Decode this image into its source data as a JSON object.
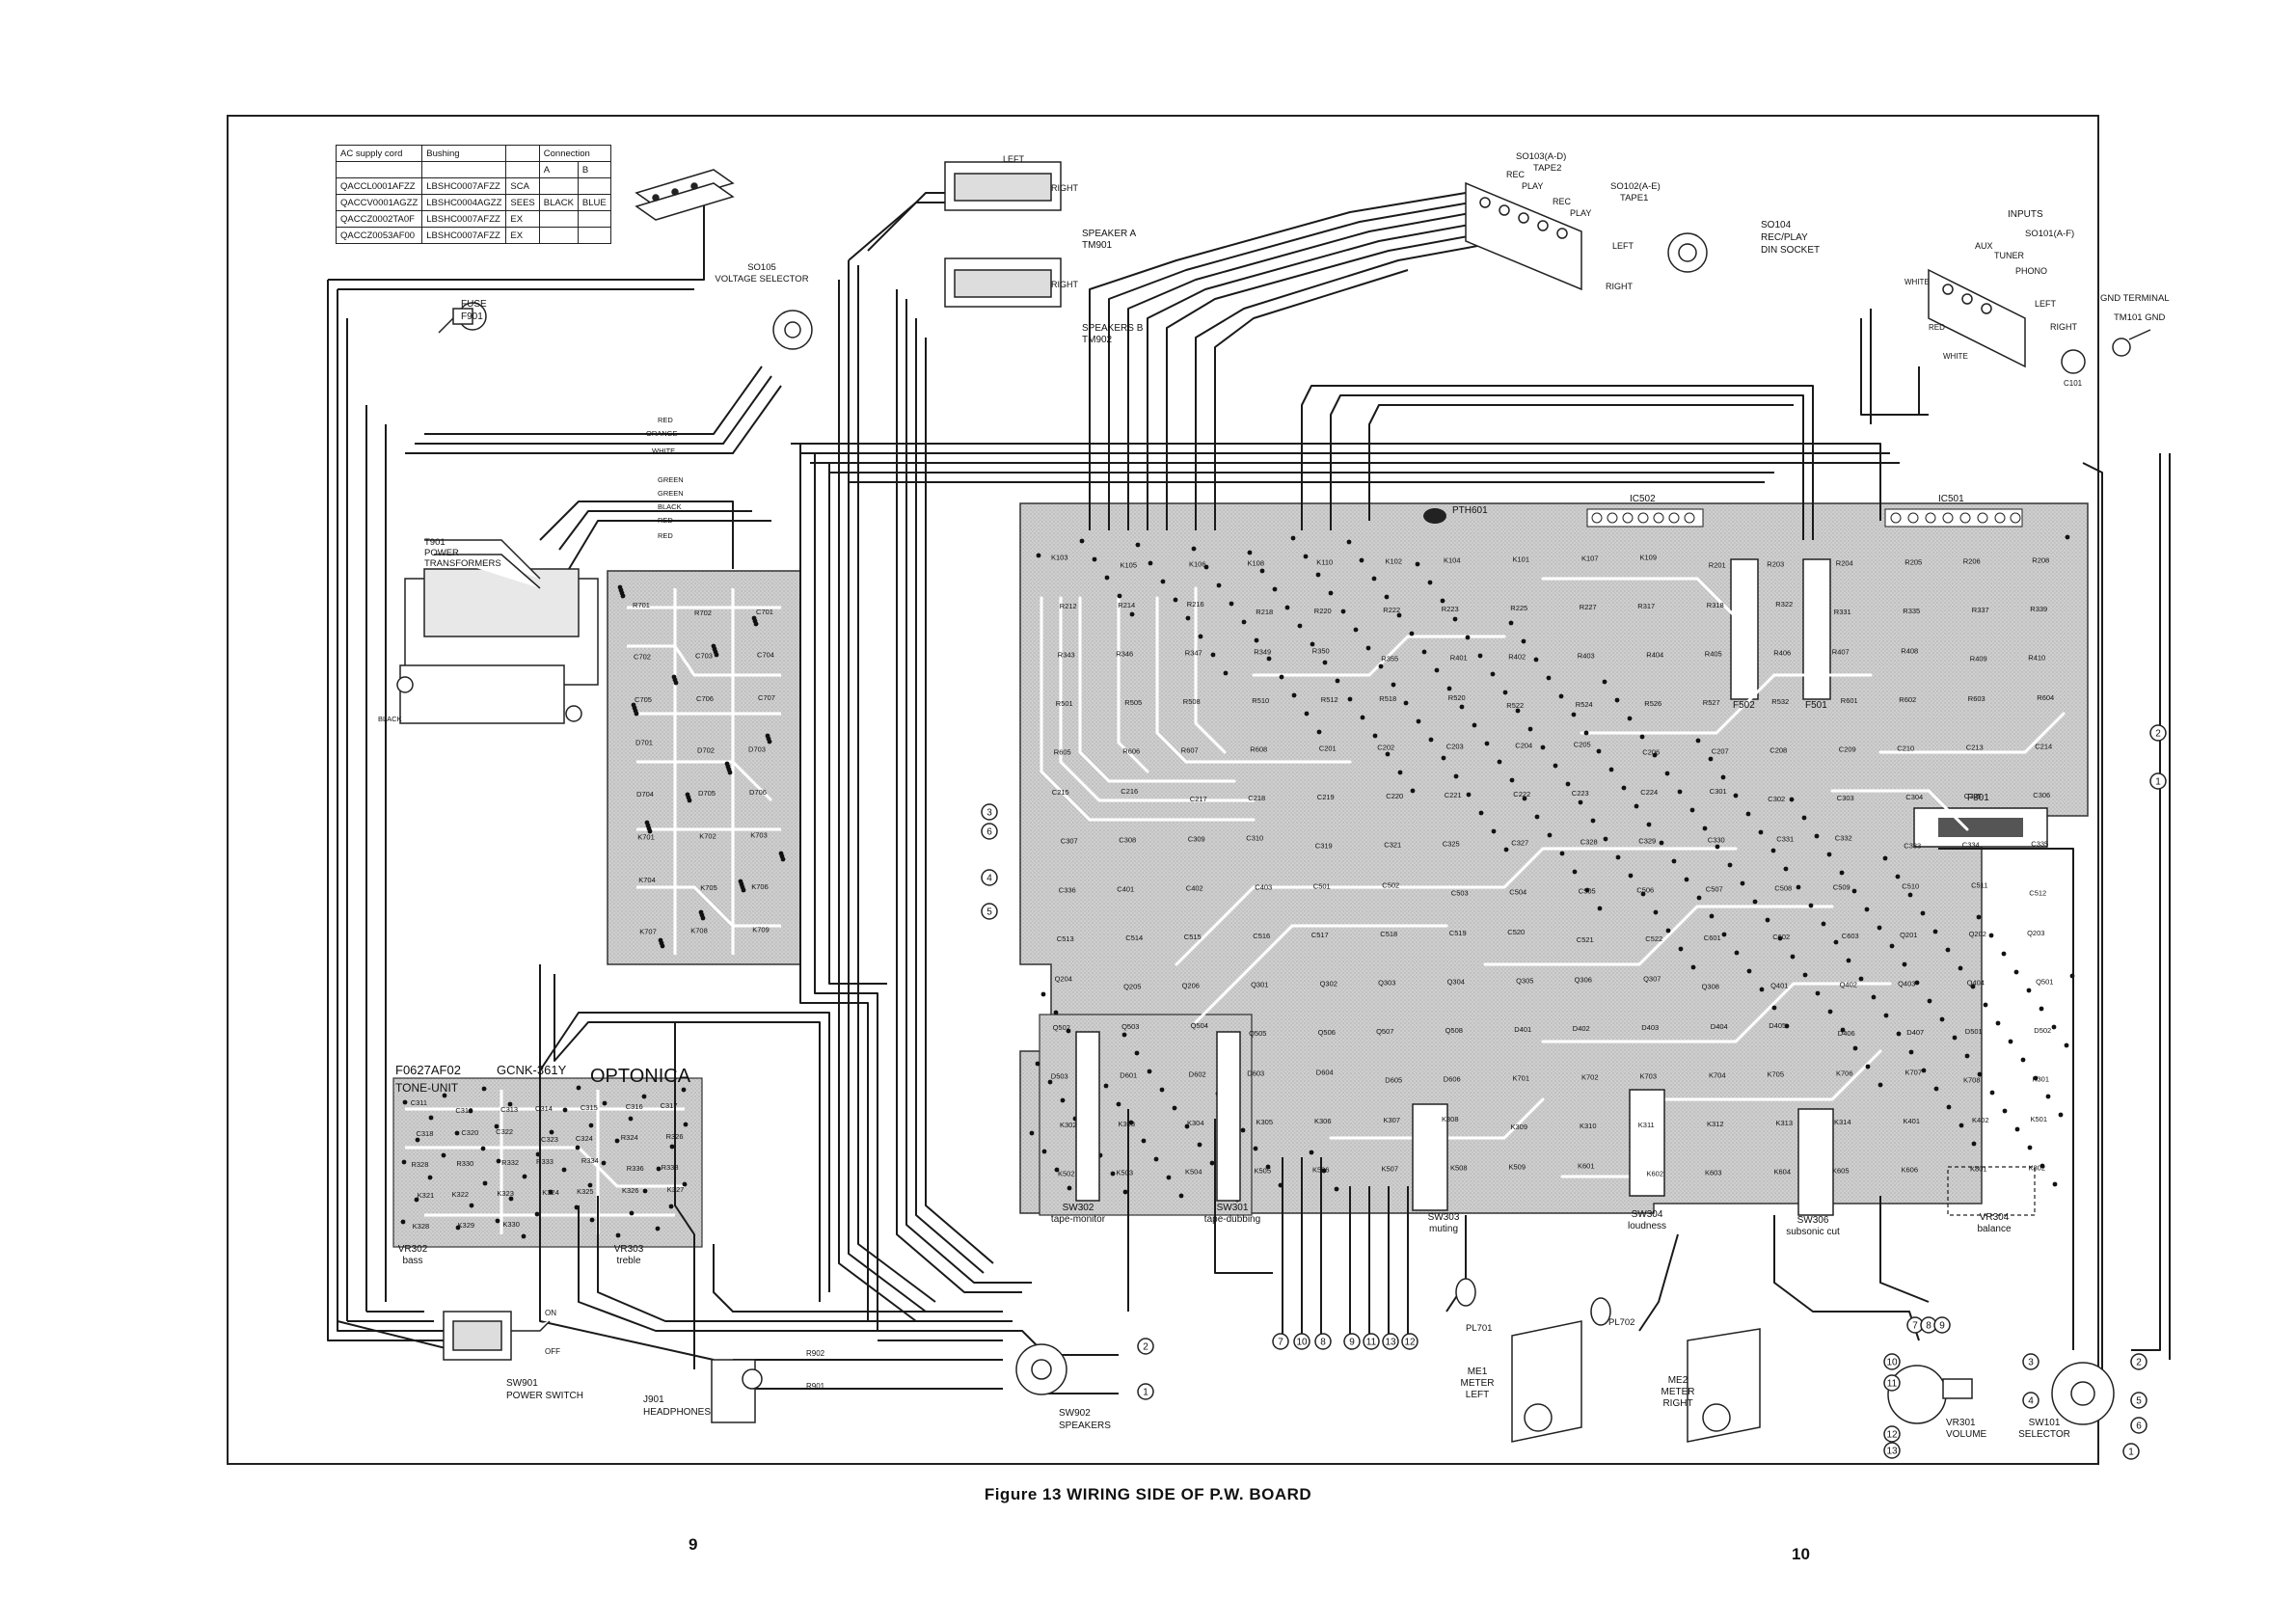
{
  "caption": {
    "prefix": "Figure",
    "number": "13",
    "title": "WIRING SIDE OF P.W. BOARD"
  },
  "page_numbers": {
    "left": "9",
    "right": "10"
  },
  "cord_table": {
    "headers": [
      "AC supply cord",
      "Bushing",
      "",
      "Connection"
    ],
    "subheaders": [
      "A",
      "B"
    ],
    "rows": [
      [
        "QACCL0001AFZZ",
        "LBSHC0007AFZZ",
        "SCA",
        "",
        ""
      ],
      [
        "QACCV0001AGZZ",
        "LBSHC0004AGZZ",
        "SEES",
        "BLACK",
        "BLUE"
      ],
      [
        "QACCZ0002TA0F",
        "LBSHC0007AFZZ",
        "EX",
        "",
        ""
      ],
      [
        "QACCZ0053AF00",
        "LBSHC0007AFZZ",
        "EX",
        "",
        ""
      ]
    ]
  },
  "labels": {
    "fuse": [
      "FUSE",
      "F901"
    ],
    "voltage_selector": [
      "SO105",
      "VOLTAGE SELECTOR"
    ],
    "transformer": [
      "T901",
      "POWER",
      "TRANSFORMERS"
    ],
    "speaker_a": [
      "SPEAKER A",
      "TM901"
    ],
    "speaker_b": [
      "SPEAKERS B",
      "TM902"
    ],
    "speaker_lr": [
      "LEFT",
      "RIGHT"
    ],
    "tape_jacks": [
      "SO103(A-D)",
      "TAPE2",
      "REC",
      "PLAY",
      "REC",
      "SO102(A-E)",
      "TAPE1",
      "PLAY",
      "LEFT",
      "RIGHT"
    ],
    "din": [
      "SO104",
      "REC/PLAY",
      "DIN SOCKET"
    ],
    "inputs": [
      "INPUTS",
      "SO101(A-F)",
      "AUX",
      "TUNER",
      "PHONO",
      "LEFT",
      "RIGHT",
      "WHITE",
      "RED",
      "WHITE"
    ],
    "gnd": [
      "GND TERMINAL",
      "TM101 GND"
    ],
    "c101": "C101",
    "wire_colors": [
      "RED",
      "ORANGE",
      "WHITE",
      "GREEN",
      "GREEN",
      "BLACK",
      "RED",
      "RED",
      "BLACK"
    ],
    "ic502": "IC502",
    "ic501": "IC501",
    "pth601": "PTH601",
    "f801": "F801",
    "f502": "F502",
    "f501": "F501",
    "tone_board": [
      "F0627AF02",
      "GCNK-361Y",
      "TONE-UNIT",
      "OPTONICA"
    ],
    "vr302": [
      "VR302",
      "bass"
    ],
    "vr303": [
      "VR303",
      "treble"
    ],
    "sw901": [
      "SW901",
      "POWER SWITCH",
      "ON",
      "OFF"
    ],
    "j901": [
      "J901",
      "HEADPHONES"
    ],
    "sw902": [
      "SW902",
      "SPEAKERS"
    ],
    "r902": "R902",
    "r901": "R901",
    "sw302": [
      "SW302",
      "tape-monitor"
    ],
    "sw301": [
      "SW301",
      "tape-dubbing"
    ],
    "sw303": [
      "SW303",
      "muting"
    ],
    "sw304": [
      "SW304",
      "loudness"
    ],
    "sw306": [
      "SW306",
      "subsonic cut"
    ],
    "vr304": [
      "VR304",
      "balance"
    ],
    "pl701": "PL701",
    "pl702": "PL702",
    "me1": [
      "ME1",
      "METER",
      "LEFT"
    ],
    "me2": [
      "ME2",
      "METER",
      "RIGHT"
    ],
    "vr301": [
      "VR301",
      "VOLUME"
    ],
    "sw101": [
      "SW101",
      "SELECTOR"
    ],
    "circled": [
      "7",
      "10",
      "8",
      "9",
      "11",
      "13",
      "12"
    ],
    "edge_markers": [
      "3",
      "6",
      "4",
      "5",
      "2",
      "1"
    ],
    "parts_main": [
      "K103",
      "K105",
      "K106",
      "K108",
      "K110",
      "K102",
      "K104",
      "K101",
      "K107",
      "K109",
      "R201",
      "R203",
      "R204",
      "R205",
      "R206",
      "R208",
      "R212",
      "R214",
      "R216",
      "R218",
      "R220",
      "R222",
      "R223",
      "R225",
      "R227",
      "R317",
      "R318",
      "R322",
      "R331",
      "R335",
      "R337",
      "R339",
      "R343",
      "R346",
      "R347",
      "R349",
      "R350",
      "R355",
      "R401",
      "R402",
      "R403",
      "R404",
      "R405",
      "R406",
      "R407",
      "R408",
      "R409",
      "R410",
      "R501",
      "R505",
      "R508",
      "R510",
      "R512",
      "R518",
      "R520",
      "R522",
      "R524",
      "R526",
      "R527",
      "R532",
      "R601",
      "R602",
      "R603",
      "R604",
      "R605",
      "R606",
      "R607",
      "R608",
      "C201",
      "C202",
      "C203",
      "C204",
      "C205",
      "C206",
      "C207",
      "C208",
      "C209",
      "C210",
      "C213",
      "C214",
      "C215",
      "C216",
      "C217",
      "C218",
      "C219",
      "C220",
      "C221",
      "C222",
      "C223",
      "C224",
      "C301",
      "C302",
      "C303",
      "C304",
      "C305",
      "C306",
      "C307",
      "C308",
      "C309",
      "C310",
      "C319",
      "C321",
      "C325",
      "C327",
      "C328",
      "C329",
      "C330",
      "C331",
      "C332",
      "C333",
      "C334",
      "C335",
      "C336",
      "C401",
      "C402",
      "C403",
      "C501",
      "C502",
      "C503",
      "C504",
      "C505",
      "C506",
      "C507",
      "C508",
      "C509",
      "C510",
      "C511",
      "C512",
      "C513",
      "C514",
      "C515",
      "C516",
      "C517",
      "C518",
      "C519",
      "C520",
      "C521",
      "C522",
      "C601",
      "C602",
      "C603",
      "Q201",
      "Q202",
      "Q203",
      "Q204",
      "Q205",
      "Q206",
      "Q301",
      "Q302",
      "Q303",
      "Q304",
      "Q305",
      "Q306",
      "Q307",
      "Q308",
      "Q401",
      "Q402",
      "Q403",
      "Q404",
      "Q501",
      "Q502",
      "Q503",
      "Q504",
      "Q505",
      "Q506",
      "Q507",
      "Q508",
      "D401",
      "D402",
      "D403",
      "D404",
      "D405",
      "D406",
      "D407",
      "D501",
      "D502",
      "D503",
      "D601",
      "D602",
      "D603",
      "D604",
      "D605",
      "D606",
      "K701",
      "K702",
      "K703",
      "K704",
      "K705",
      "K706",
      "K707",
      "K708",
      "K301",
      "K302",
      "K303",
      "K304",
      "K305",
      "K306",
      "K307",
      "K308",
      "K309",
      "K310",
      "K311",
      "K312",
      "K313",
      "K314",
      "K401",
      "K402",
      "K501",
      "K502",
      "K503",
      "K504",
      "K505",
      "K506",
      "K507",
      "K508",
      "K509",
      "K601",
      "K602",
      "K603",
      "K604",
      "K605",
      "K606",
      "K801",
      "K802"
    ],
    "parts_power": [
      "R701",
      "R702",
      "C701",
      "C702",
      "C703",
      "C704",
      "C705",
      "C706",
      "C707",
      "D701",
      "D702",
      "D703",
      "D704",
      "D705",
      "D706",
      "K701",
      "K702",
      "K703",
      "K704",
      "K705",
      "K706",
      "K707",
      "K708",
      "K709"
    ],
    "parts_tone": [
      "C311",
      "C312",
      "C313",
      "C314",
      "C315",
      "C316",
      "C317",
      "C318",
      "C320",
      "C322",
      "C323",
      "C324",
      "R324",
      "R326",
      "R328",
      "R330",
      "R332",
      "R333",
      "R334",
      "R336",
      "R338",
      "K321",
      "K322",
      "K323",
      "K324",
      "K325",
      "K326",
      "K327",
      "K328",
      "K329",
      "K330"
    ]
  },
  "colors": {
    "board_fill": "#c9c9c9",
    "trace": "#1a1a1a",
    "paper": "#ffffff"
  }
}
